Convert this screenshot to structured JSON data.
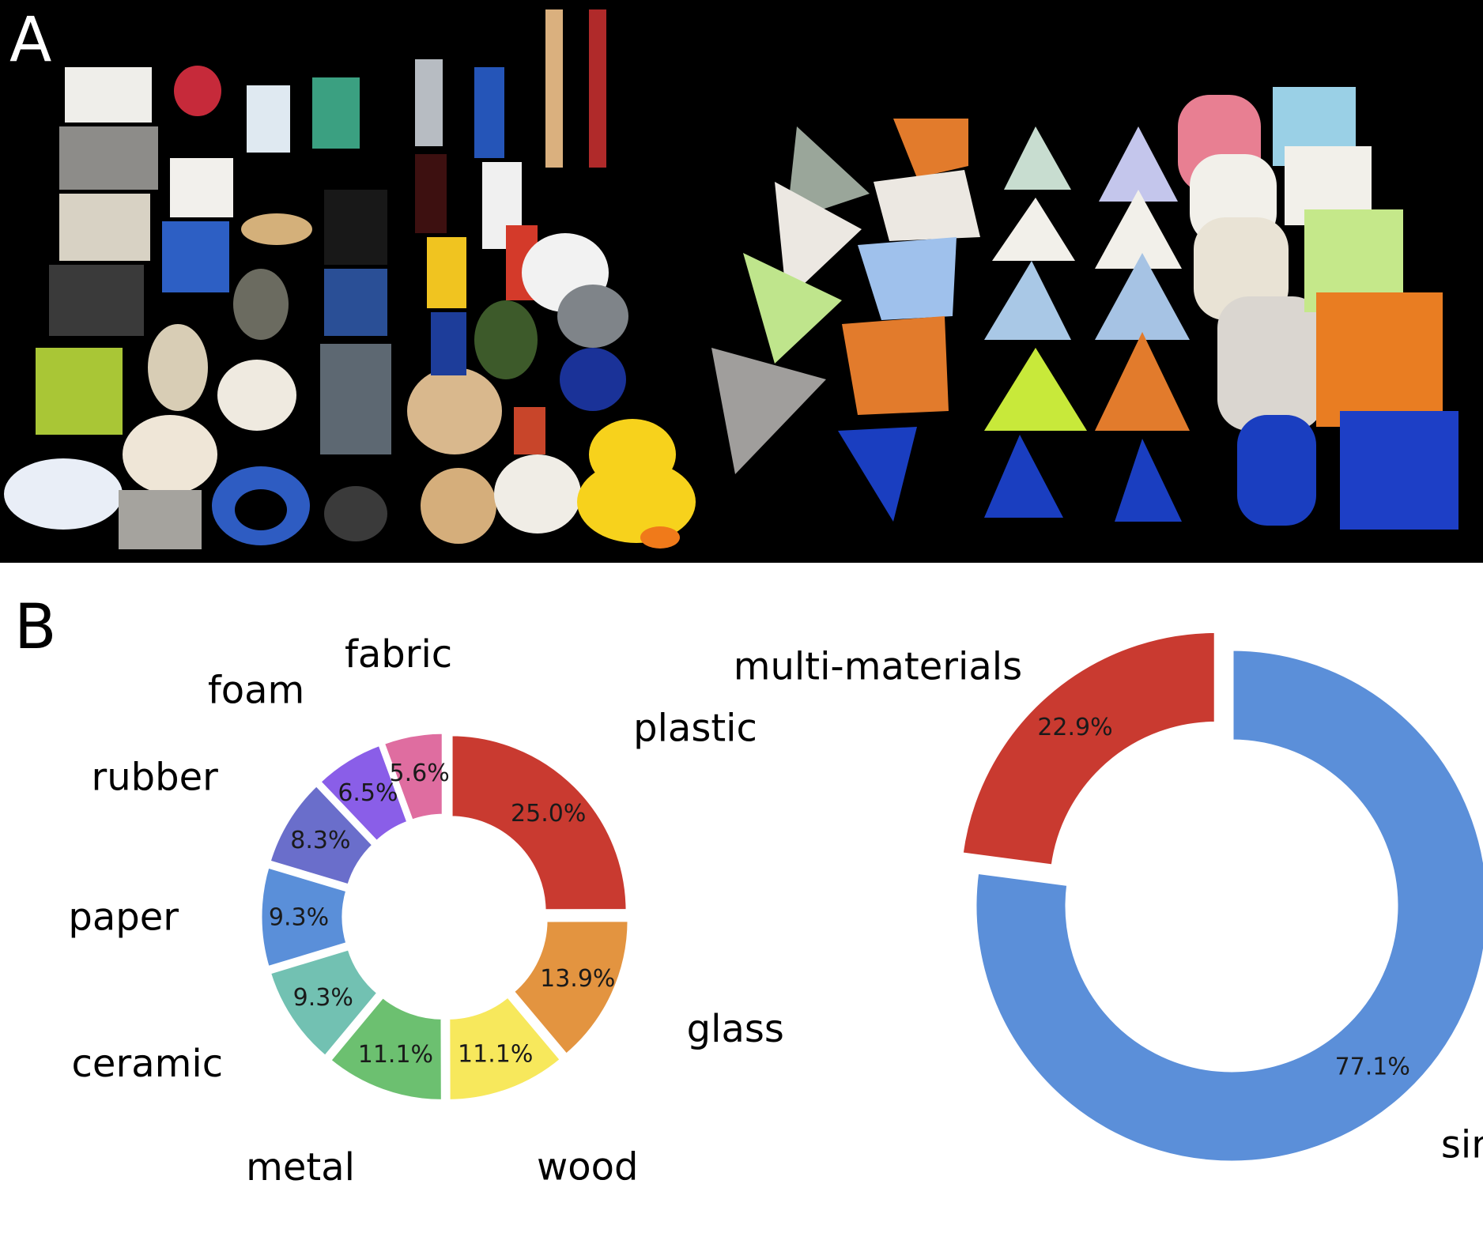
{
  "panels": {
    "a_label": "A",
    "b_label": "B"
  },
  "chart_data": [
    {
      "type": "pie",
      "variant": "donut",
      "categories": [
        "plastic",
        "glass",
        "wood",
        "metal",
        "ceramic",
        "paper",
        "rubber",
        "foam",
        "fabric"
      ],
      "values": [
        25.0,
        13.9,
        11.1,
        11.1,
        9.3,
        9.3,
        8.3,
        6.5,
        5.6
      ],
      "value_labels": [
        "25.0%",
        "13.9%",
        "11.1%",
        "11.1%",
        "9.3%",
        "9.3%",
        "8.3%",
        "6.5%",
        "5.6%"
      ],
      "colors": [
        "#c93a30",
        "#e39440",
        "#f7e85c",
        "#6cc070",
        "#72c1b2",
        "#5a8fd9",
        "#6a6ecb",
        "#8a5ee8",
        "#df6da0"
      ],
      "exploded": "all",
      "start": "top, clockwise"
    },
    {
      "type": "pie",
      "variant": "donut",
      "categories": [
        "single material",
        "multi-materials"
      ],
      "values": [
        77.1,
        22.9
      ],
      "value_labels": [
        "77.1%",
        "22.9%"
      ],
      "colors": [
        "#5b8fd9",
        "#c93a30"
      ],
      "exploded": "multi-materials",
      "start": "top, clockwise"
    }
  ],
  "photo": {
    "left_group": "household objects",
    "right_group": "3D-printed geometric shapes",
    "colors": {
      "background": "#000000",
      "orange": "#e27b2c",
      "blue": "#1a3ec0",
      "white": "#ece8e2",
      "lime": "#c8e24a",
      "duck": "#f7d21c"
    }
  }
}
